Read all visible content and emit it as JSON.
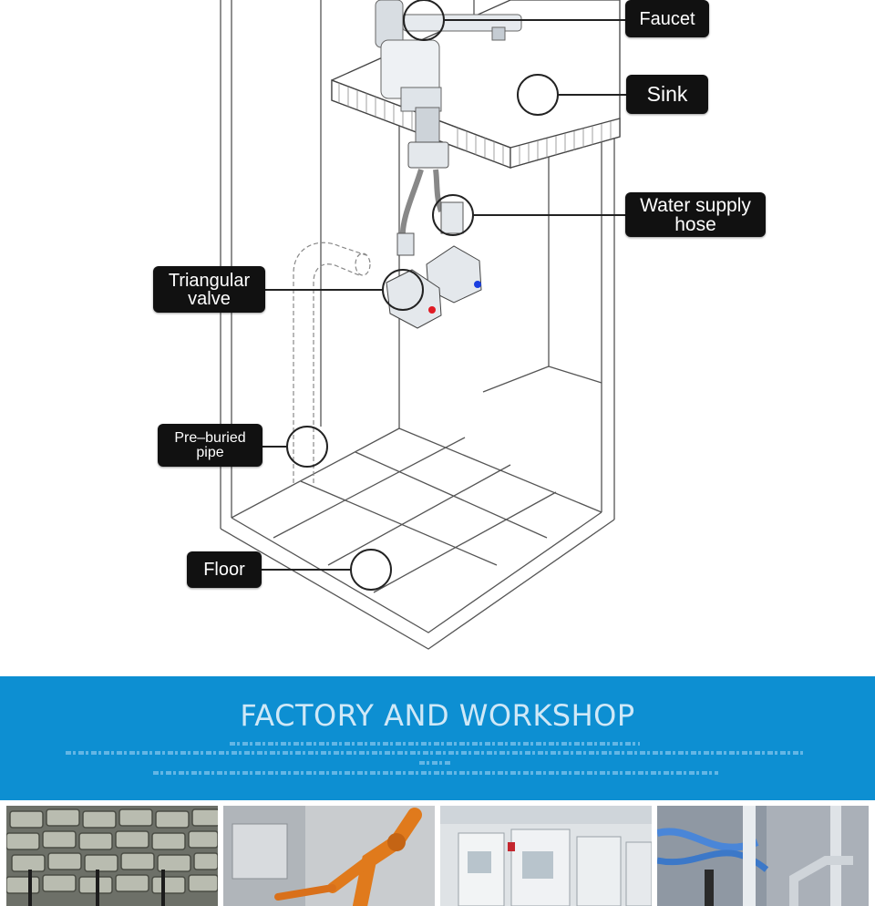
{
  "diagram": {
    "labels": {
      "faucet": "Faucet",
      "sink": "Sink",
      "water_supply_hose": "Water supply\nhose",
      "triangular_valve": "Triangular\nvalve",
      "pre_buried_pipe": "Pre–buried\npipe",
      "floor": "Floor"
    },
    "colors": {
      "label_bg": "#111111",
      "label_text": "#ffffff",
      "line": "#222222",
      "hot": "#e01b24",
      "cold": "#1b3fe0"
    }
  },
  "banner": {
    "title": "FACTORY AND WORKSHOP",
    "background": "#0d8fd2"
  },
  "photos": [
    {
      "name": "zinc-ingots-photo"
    },
    {
      "name": "robot-arm-photo"
    },
    {
      "name": "cnc-machines-photo"
    },
    {
      "name": "faucet-testing-photo"
    }
  ]
}
